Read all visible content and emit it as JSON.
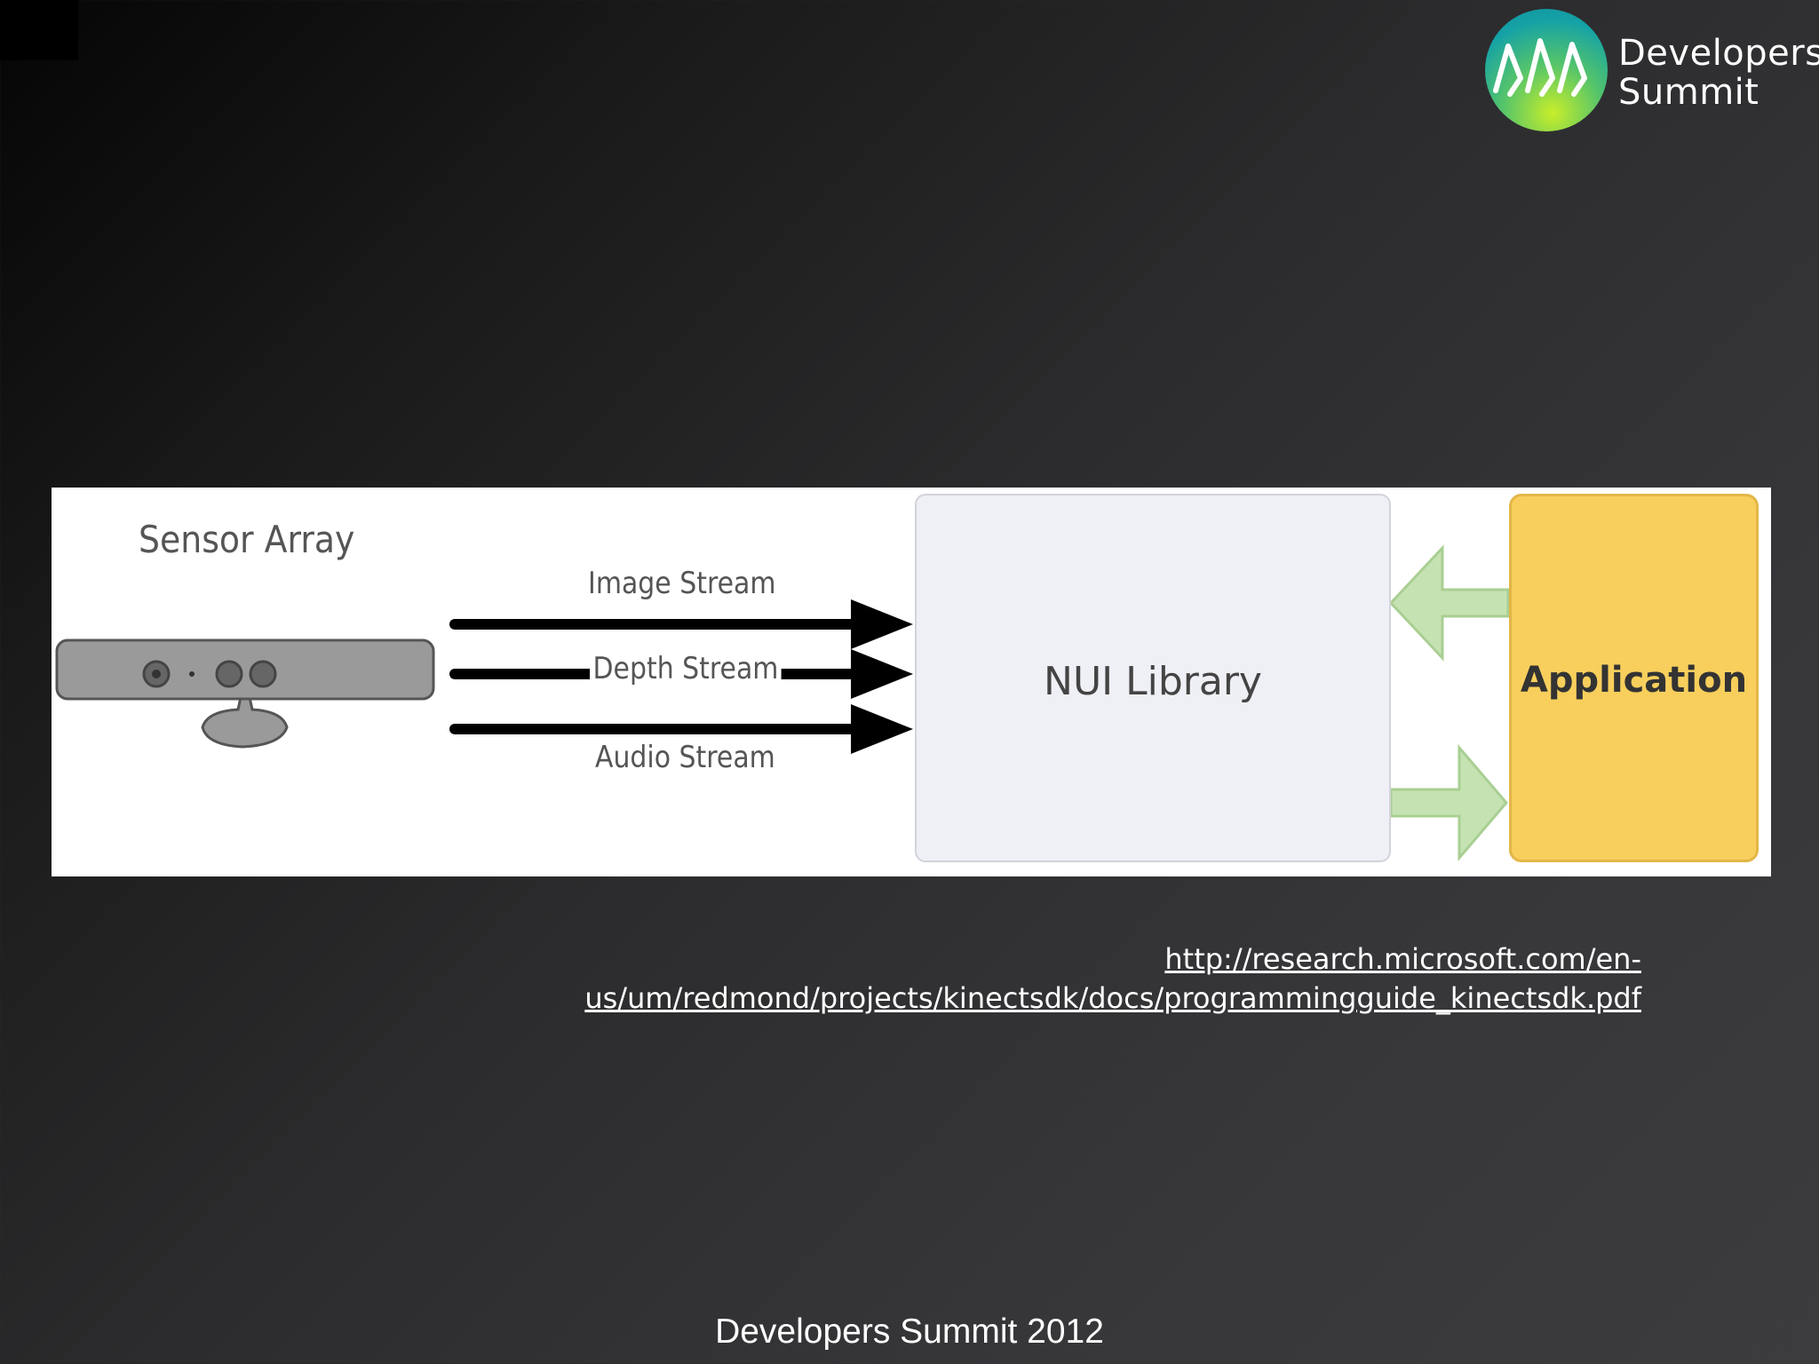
{
  "logo": {
    "line1": "Developers",
    "line2": "Summit"
  },
  "diagram": {
    "sensor_title": "Sensor Array",
    "streams": [
      "Image Stream",
      "Depth Stream",
      "Audio Stream"
    ],
    "nui_label": "NUI Library",
    "app_label": "Application",
    "colors": {
      "app": "#f8cf5c",
      "nui": "#eff0f6",
      "green_arrow": "#c5e2b2"
    }
  },
  "citation": {
    "line1": "http://research.microsoft.com/en-",
    "line2": "us/um/redmond/projects/kinectsdk/docs/programmingguide_kinectsdk.pdf"
  },
  "footer": {
    "text": "Developers Summit 2012"
  }
}
